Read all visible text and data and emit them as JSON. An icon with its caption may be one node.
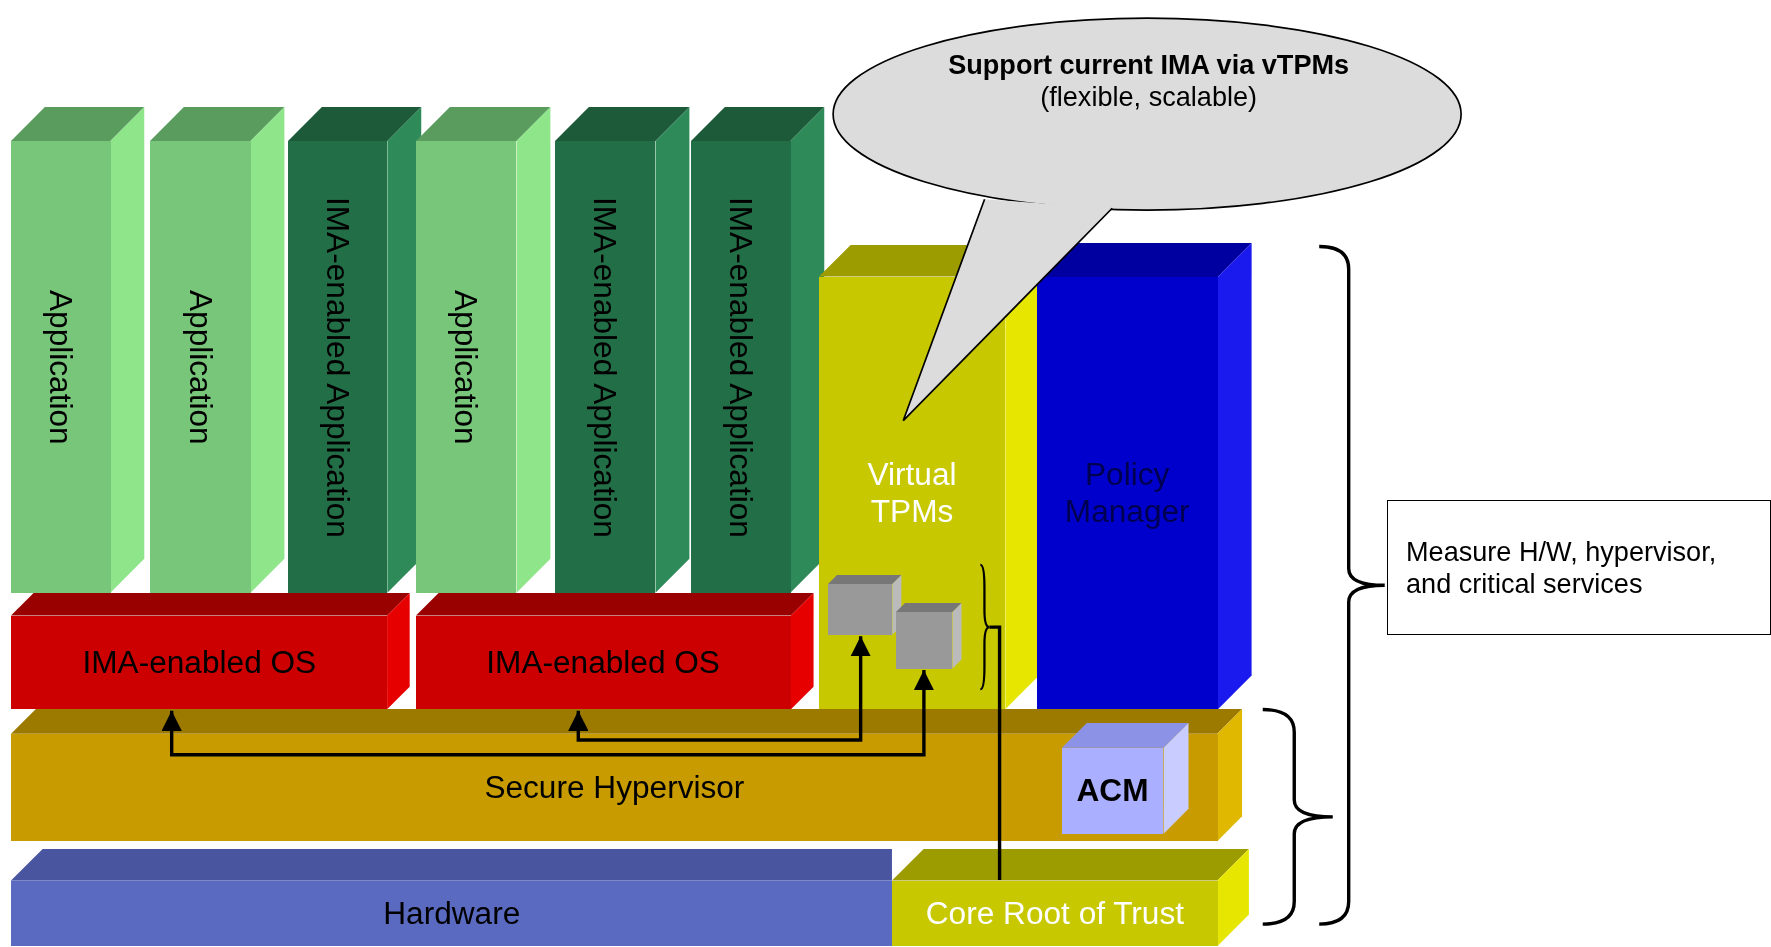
{
  "diagram": {
    "nodes": [
      {
        "text": [
          "Application"
        ]
      },
      {
        "text": [
          "Application"
        ]
      },
      {
        "text": [
          "IMA-enabled Application"
        ]
      },
      {
        "text": [
          "Application"
        ]
      },
      {
        "text": [
          "IMA-enabled Application"
        ]
      },
      {
        "text": [
          "IMA-enabled Application"
        ]
      },
      {
        "text": [
          "IMA-enabled OS"
        ]
      },
      {
        "text": [
          "IMA-enabled OS"
        ]
      },
      {
        "text": [
          "Virtual TPMs"
        ]
      },
      {
        "text": [],
        "shape": "box",
        "in": 8
      },
      {
        "text": [],
        "shape": "box",
        "in": 8
      },
      {
        "text": [
          "Policy Manager"
        ]
      },
      {
        "text": [
          "Secure Hypervisor"
        ]
      },
      {
        "text": [
          "ACM"
        ],
        "in": 12
      },
      {
        "text": [
          "Hardware"
        ]
      },
      {
        "text": [
          "Core Root of Trust"
        ]
      },
      {
        "text": [
          "Support current IMA via vTPMs",
          "(flexible, scalable)"
        ]
      },
      {
        "text": [
          "Measure H/W, hypervisor, and critical services"
        ]
      }
    ],
    "edges": [
      {
        "from": 6,
        "to": 10,
        "arrow": "both"
      },
      {
        "from": 7,
        "to": 9,
        "arrow": "both"
      },
      {
        "from": 15,
        "to": 8,
        "arrow": "none"
      }
    ]
  }
}
